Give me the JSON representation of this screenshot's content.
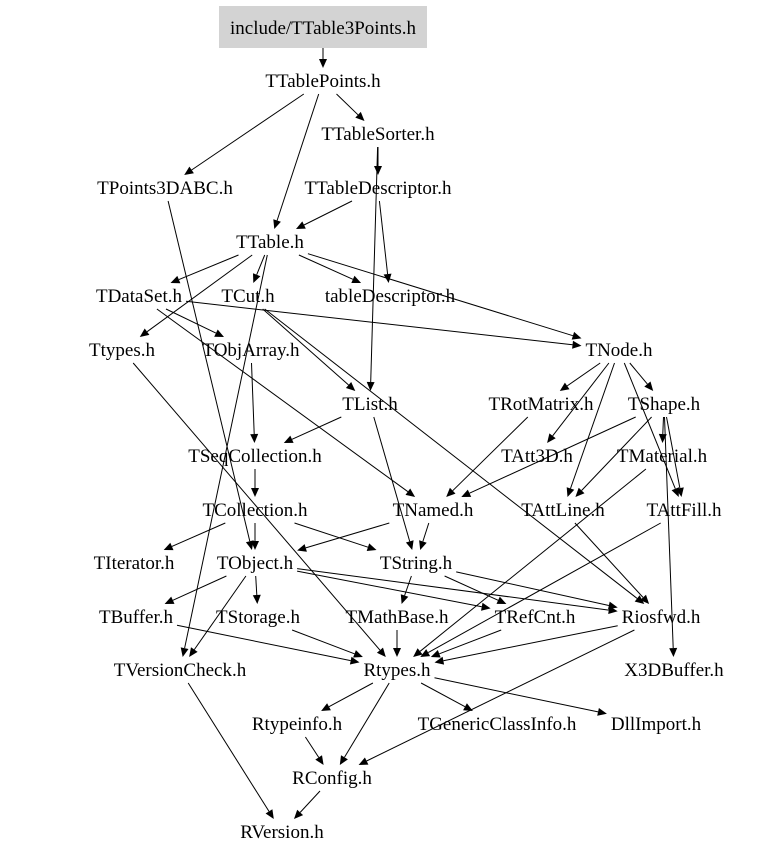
{
  "graph": {
    "colors": {
      "root_fill": "#d3d3d3",
      "edge": "#000000",
      "text": "#000000",
      "background": "#ffffff"
    },
    "root": "include/TTable3Points.h",
    "nodes": [
      {
        "id": "include-ttable3points-h",
        "label": "include/TTable3Points.h",
        "root": true
      },
      {
        "id": "ttablepoints-h",
        "label": "TTablePoints.h"
      },
      {
        "id": "ttablesorter-h",
        "label": "TTableSorter.h"
      },
      {
        "id": "tpoints3dabc-h",
        "label": "TPoints3DABC.h"
      },
      {
        "id": "ttabledescriptor-h",
        "label": "TTableDescriptor.h"
      },
      {
        "id": "ttable-h",
        "label": "TTable.h"
      },
      {
        "id": "tdataset-h",
        "label": "TDataSet.h"
      },
      {
        "id": "tcut-h",
        "label": "TCut.h"
      },
      {
        "id": "tabledescriptor-h",
        "label": "tableDescriptor.h"
      },
      {
        "id": "ttypes-h",
        "label": "Ttypes.h"
      },
      {
        "id": "tobjarray-h",
        "label": "TObjArray.h"
      },
      {
        "id": "tnode-h",
        "label": "TNode.h"
      },
      {
        "id": "tlist-h",
        "label": "TList.h"
      },
      {
        "id": "trotmatrix-h",
        "label": "TRotMatrix.h"
      },
      {
        "id": "tshape-h",
        "label": "TShape.h"
      },
      {
        "id": "tseqcollection-h",
        "label": "TSeqCollection.h"
      },
      {
        "id": "tatt3d-h",
        "label": "TAtt3D.h"
      },
      {
        "id": "tmaterial-h",
        "label": "TMaterial.h"
      },
      {
        "id": "tcollection-h",
        "label": "TCollection.h"
      },
      {
        "id": "tnamed-h",
        "label": "TNamed.h"
      },
      {
        "id": "tattline-h",
        "label": "TAttLine.h"
      },
      {
        "id": "tattfill-h",
        "label": "TAttFill.h"
      },
      {
        "id": "titerator-h",
        "label": "TIterator.h"
      },
      {
        "id": "tobject-h",
        "label": "TObject.h"
      },
      {
        "id": "tstring-h",
        "label": "TString.h"
      },
      {
        "id": "tbuffer-h",
        "label": "TBuffer.h"
      },
      {
        "id": "tstorage-h",
        "label": "TStorage.h"
      },
      {
        "id": "tmathbase-h",
        "label": "TMathBase.h"
      },
      {
        "id": "trefcnt-h",
        "label": "TRefCnt.h"
      },
      {
        "id": "riosfwd-h",
        "label": "Riosfwd.h"
      },
      {
        "id": "tversioncheck-h",
        "label": "TVersionCheck.h"
      },
      {
        "id": "rtypes-h",
        "label": "Rtypes.h"
      },
      {
        "id": "x3dbuffer-h",
        "label": "X3DBuffer.h"
      },
      {
        "id": "rtypeinfo-h",
        "label": "Rtypeinfo.h"
      },
      {
        "id": "tgenericclassinfo-h",
        "label": "TGenericClassInfo.h"
      },
      {
        "id": "dllimport-h",
        "label": "DllImport.h"
      },
      {
        "id": "rconfig-h",
        "label": "RConfig.h"
      },
      {
        "id": "rversion-h",
        "label": "RVersion.h"
      }
    ],
    "edges": [
      [
        "include-ttable3points-h",
        "ttablepoints-h"
      ],
      [
        "ttablepoints-h",
        "ttablesorter-h"
      ],
      [
        "ttablepoints-h",
        "tpoints3dabc-h"
      ],
      [
        "ttablepoints-h",
        "ttable-h"
      ],
      [
        "ttablesorter-h",
        "ttabledescriptor-h"
      ],
      [
        "ttablesorter-h",
        "tlist-h"
      ],
      [
        "ttabledescriptor-h",
        "ttable-h"
      ],
      [
        "ttabledescriptor-h",
        "tabledescriptor-h"
      ],
      [
        "tpoints3dabc-h",
        "tobject-h"
      ],
      [
        "ttable-h",
        "tdataset-h"
      ],
      [
        "ttable-h",
        "tcut-h"
      ],
      [
        "ttable-h",
        "tabledescriptor-h"
      ],
      [
        "ttable-h",
        "ttypes-h"
      ],
      [
        "ttable-h",
        "tnode-h"
      ],
      [
        "ttable-h",
        "tversioncheck-h"
      ],
      [
        "tdataset-h",
        "tobjarray-h"
      ],
      [
        "tdataset-h",
        "tnamed-h"
      ],
      [
        "tdataset-h",
        "tnode-h"
      ],
      [
        "tcut-h",
        "tlist-h"
      ],
      [
        "tcut-h",
        "riosfwd-h"
      ],
      [
        "ttypes-h",
        "rtypes-h"
      ],
      [
        "tobjarray-h",
        "tseqcollection-h"
      ],
      [
        "tnode-h",
        "trotmatrix-h"
      ],
      [
        "tnode-h",
        "tshape-h"
      ],
      [
        "tnode-h",
        "tattline-h"
      ],
      [
        "tnode-h",
        "tattfill-h"
      ],
      [
        "tnode-h",
        "tatt3d-h"
      ],
      [
        "tlist-h",
        "tseqcollection-h"
      ],
      [
        "tlist-h",
        "tstring-h"
      ],
      [
        "trotmatrix-h",
        "tnamed-h"
      ],
      [
        "tshape-h",
        "tnamed-h"
      ],
      [
        "tshape-h",
        "tattline-h"
      ],
      [
        "tshape-h",
        "tattfill-h"
      ],
      [
        "tshape-h",
        "x3dbuffer-h"
      ],
      [
        "tshape-h",
        "tmaterial-h"
      ],
      [
        "tseqcollection-h",
        "tcollection-h"
      ],
      [
        "tcollection-h",
        "tobject-h"
      ],
      [
        "tcollection-h",
        "titerator-h"
      ],
      [
        "tcollection-h",
        "tstring-h"
      ],
      [
        "tmaterial-h",
        "rtypes-h"
      ],
      [
        "tnamed-h",
        "tobject-h"
      ],
      [
        "tnamed-h",
        "tstring-h"
      ],
      [
        "tattline-h",
        "riosfwd-h"
      ],
      [
        "tattfill-h",
        "rtypes-h"
      ],
      [
        "tobject-h",
        "tbuffer-h"
      ],
      [
        "tobject-h",
        "tstorage-h"
      ],
      [
        "tobject-h",
        "tversioncheck-h"
      ],
      [
        "tobject-h",
        "trefcnt-h"
      ],
      [
        "tobject-h",
        "riosfwd-h"
      ],
      [
        "tstring-h",
        "trefcnt-h"
      ],
      [
        "tstring-h",
        "tmathbase-h"
      ],
      [
        "tstring-h",
        "riosfwd-h"
      ],
      [
        "tbuffer-h",
        "rtypes-h"
      ],
      [
        "tstorage-h",
        "rtypes-h"
      ],
      [
        "tmathbase-h",
        "rtypes-h"
      ],
      [
        "trefcnt-h",
        "rtypes-h"
      ],
      [
        "riosfwd-h",
        "rtypes-h"
      ],
      [
        "riosfwd-h",
        "rconfig-h"
      ],
      [
        "tversioncheck-h",
        "rversion-h"
      ],
      [
        "rtypes-h",
        "rtypeinfo-h"
      ],
      [
        "rtypes-h",
        "tgenericclassinfo-h"
      ],
      [
        "rtypes-h",
        "rconfig-h"
      ],
      [
        "rtypes-h",
        "dllimport-h"
      ],
      [
        "rtypeinfo-h",
        "rconfig-h"
      ],
      [
        "rconfig-h",
        "rversion-h"
      ]
    ]
  }
}
